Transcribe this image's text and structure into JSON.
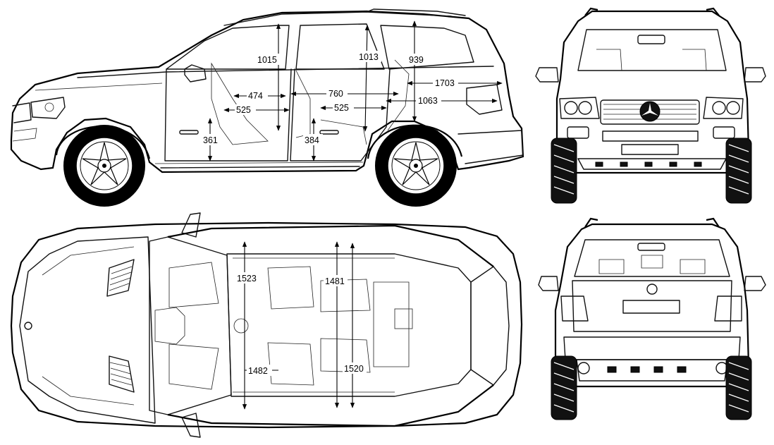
{
  "side_view": {
    "dims": [
      "1015",
      "474",
      "525",
      "361",
      "760",
      "1013",
      "939",
      "525",
      "384",
      "1703",
      "1063"
    ]
  },
  "top_view": {
    "dims": [
      "1523",
      "1481",
      "1482",
      "1520"
    ]
  },
  "colors": {
    "line": "#111111",
    "background": "#ffffff"
  }
}
